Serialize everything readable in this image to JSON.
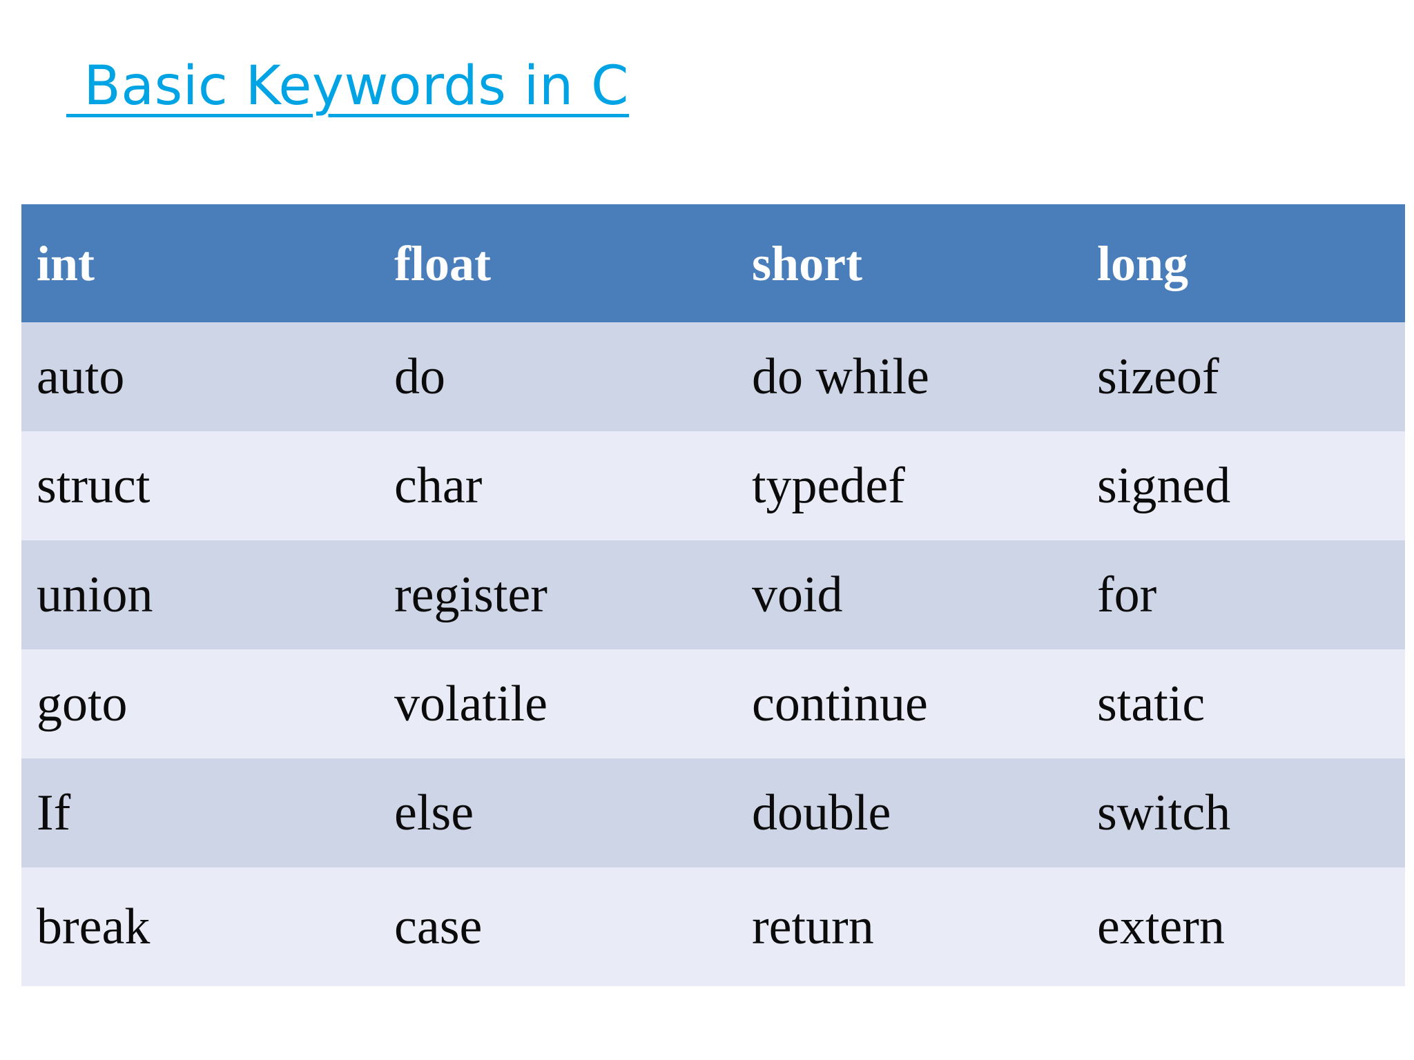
{
  "slide": {
    "title": " Basic Keywords in C",
    "title_color": "#00a4e4",
    "background_color": "#ffffff"
  },
  "table": {
    "header_background": "#4a7ebb",
    "header_text_color": "#ffffff",
    "row_color_dark": "#ced5e6",
    "row_color_light": "#e9ecf6",
    "headers": [
      "int",
      "float",
      "short",
      "long"
    ],
    "rows": [
      [
        "auto",
        "do",
        "do while",
        "sizeof"
      ],
      [
        "struct",
        "char",
        "typedef",
        "signed"
      ],
      [
        "union",
        "register",
        "void",
        "for"
      ],
      [
        "goto",
        "volatile",
        "continue",
        "static"
      ],
      [
        "If",
        "else",
        "double",
        "switch"
      ],
      [
        "break",
        "case",
        "return",
        "extern"
      ]
    ]
  }
}
